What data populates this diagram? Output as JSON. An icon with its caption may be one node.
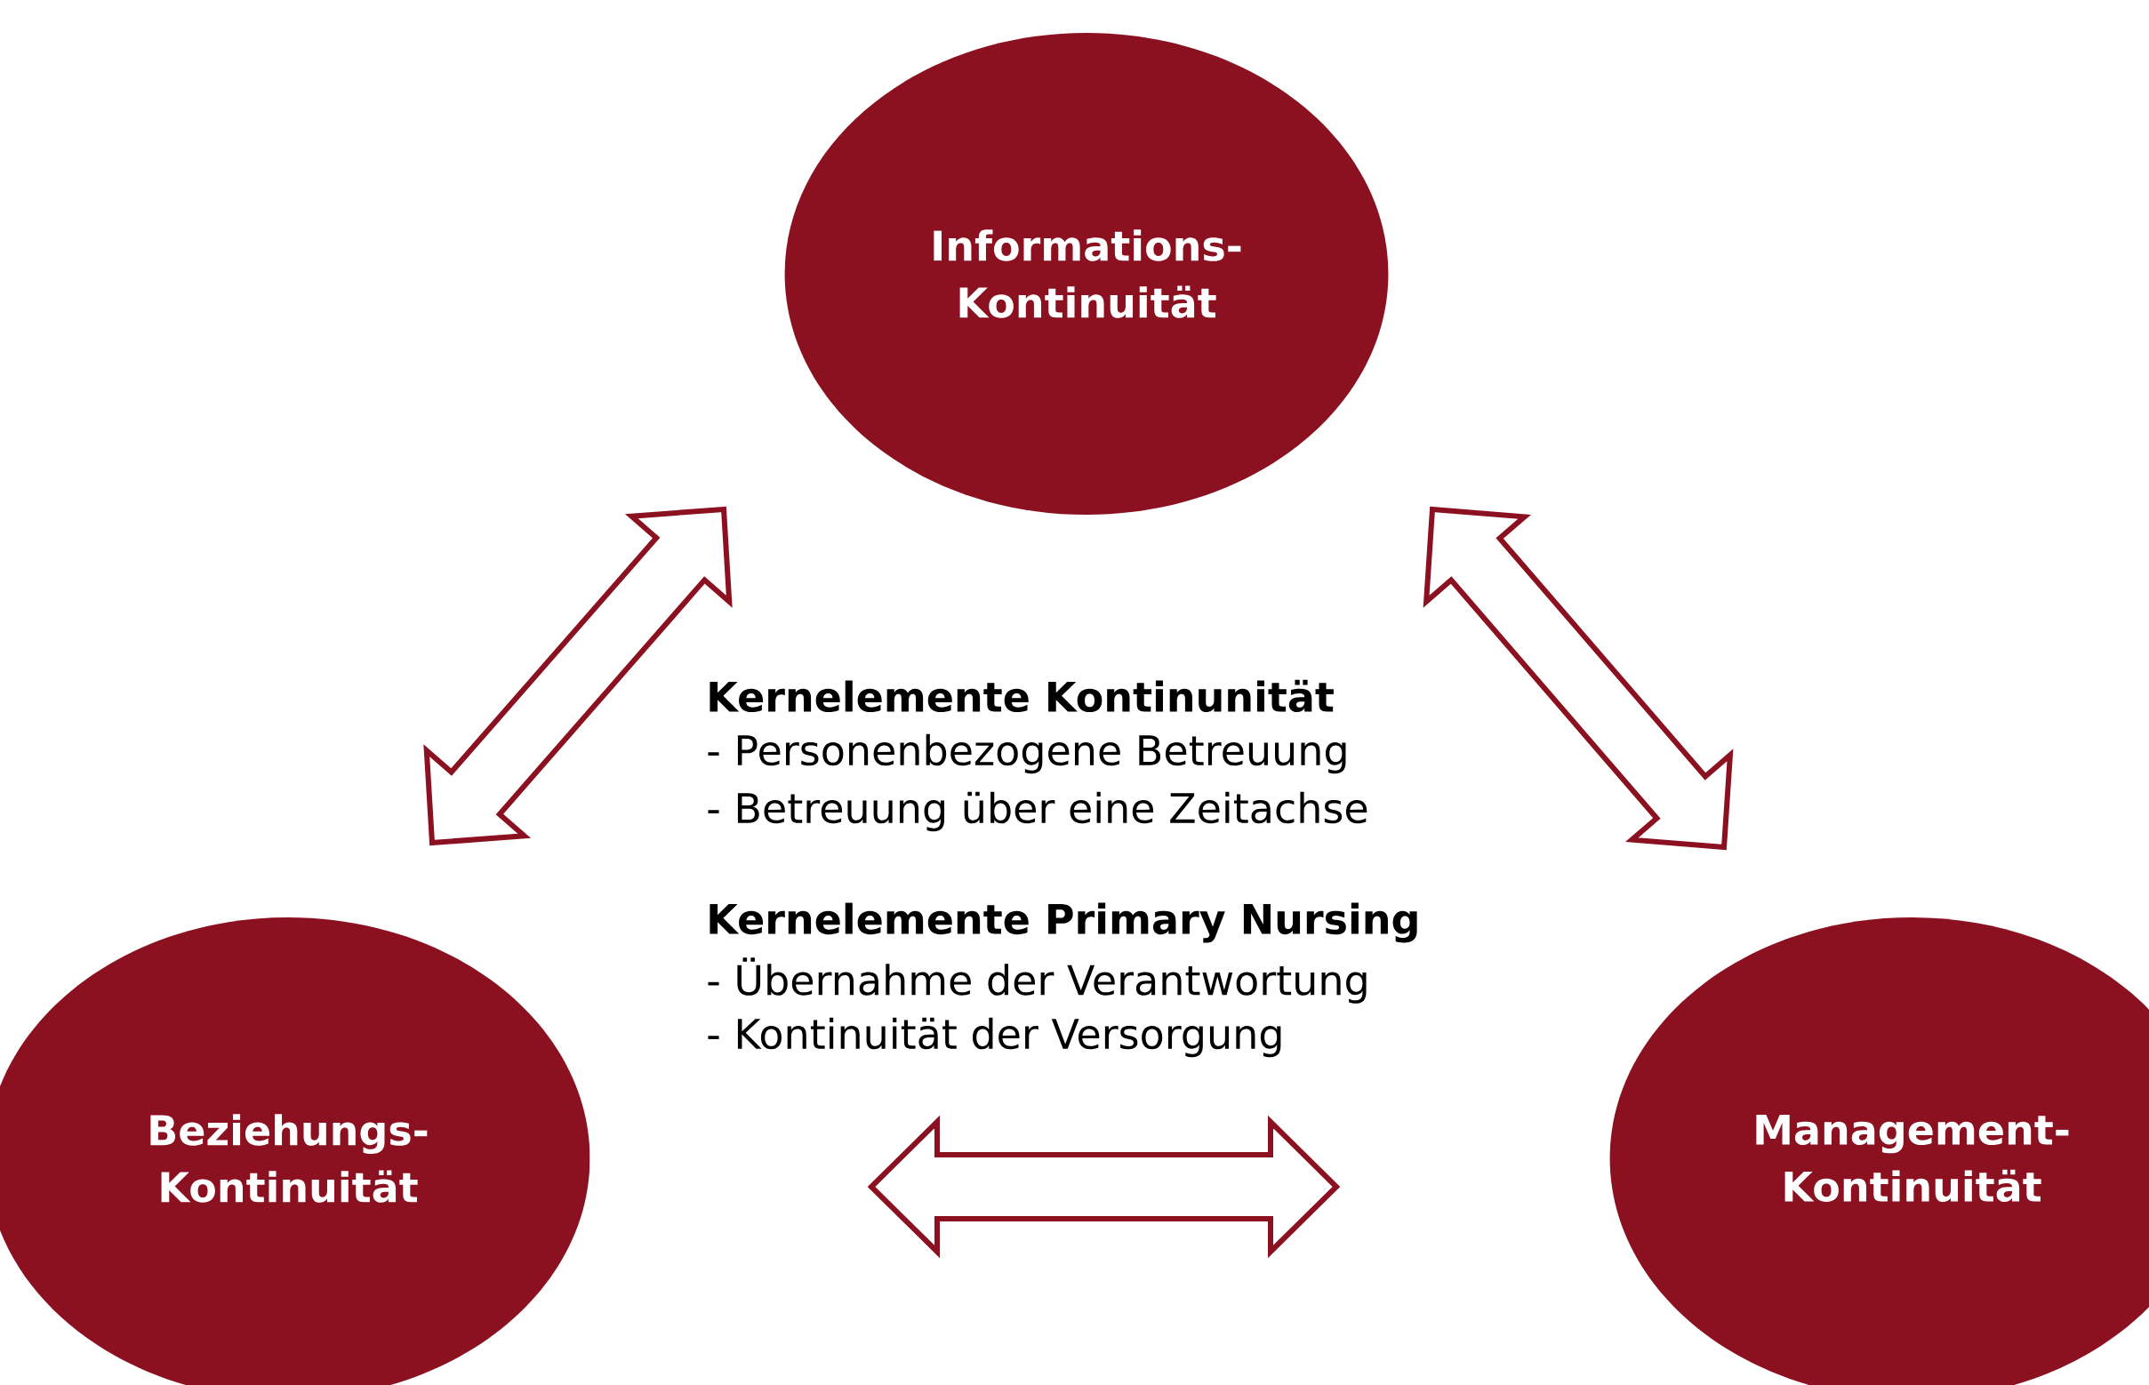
{
  "diagram": {
    "nodes": [
      {
        "text": [
          "Informations- Kontinuität"
        ]
      },
      {
        "text": [
          "Beziehungs- Kontinuität"
        ]
      },
      {
        "text": [
          "Management- Kontinuität"
        ]
      }
    ],
    "edges": [
      {
        "from": 0,
        "to": 1,
        "arrow": "both"
      },
      {
        "from": 0,
        "to": 2,
        "arrow": "both"
      },
      {
        "from": 1,
        "to": 2,
        "arrow": "both"
      }
    ],
    "labels": [
      "Kernelemente Kontinunität",
      "- Personenbezogene Betreuung",
      "- Betreuung über eine Zeitachse",
      "Kernelemente Primary Nursing",
      "- Übernahme der Verantwortung",
      "- Kontinuität der Versorgung"
    ]
  }
}
